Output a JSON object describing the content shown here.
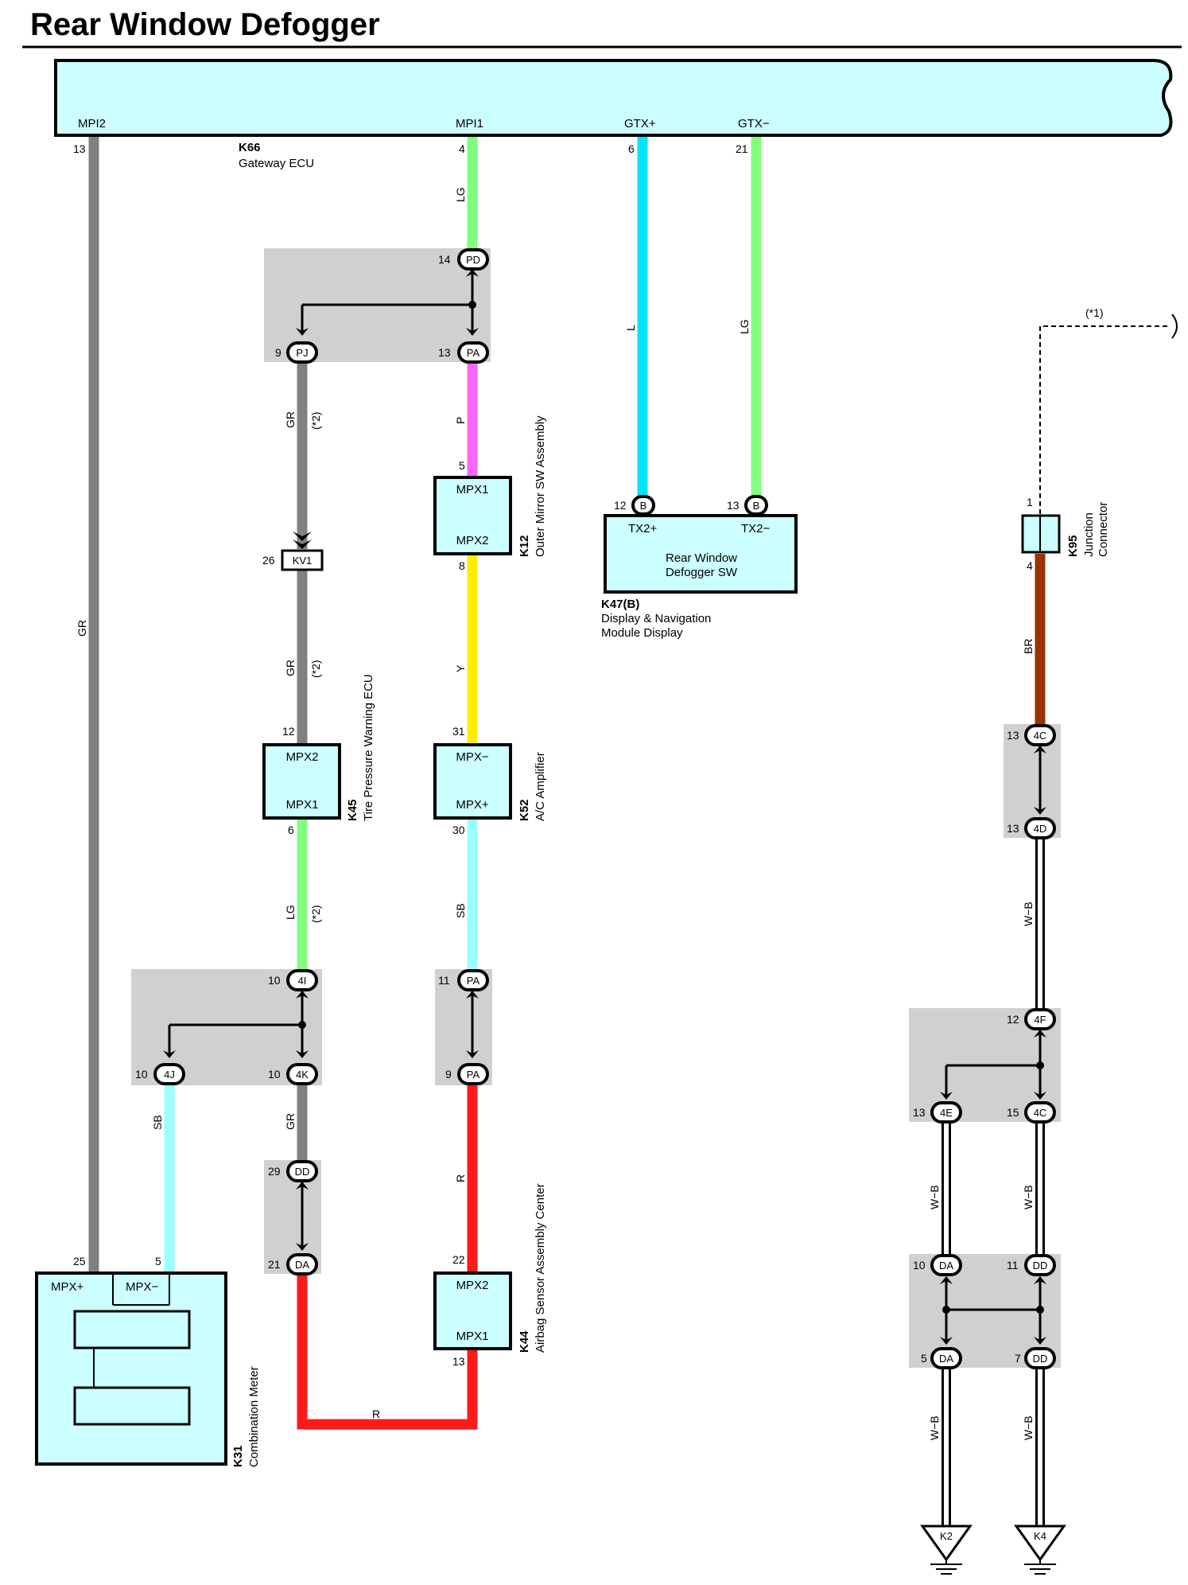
{
  "title": "Rear Window Defogger",
  "components": {
    "k66": {
      "code": "K66",
      "name": "Gateway ECU",
      "pins": {
        "mpi2": "MPI2",
        "mpi1": "MPI1",
        "gtxp": "GTX+",
        "gtxm": "GTX−"
      },
      "pin_numbers": {
        "mpi2": "13",
        "mpi1": "4",
        "gtxp": "6",
        "gtxm": "21"
      }
    },
    "k12": {
      "code": "K12",
      "name": "Outer Mirror SW Assembly",
      "pins": {
        "top": "MPX1",
        "bottom": "MPX2"
      },
      "pin_numbers": {
        "top": "5",
        "bottom": "8"
      }
    },
    "k47": {
      "code": "K47(B)",
      "name_line1": "Display & Navigation",
      "name_line2": "Module Display",
      "inner_line1": "Rear Window",
      "inner_line2": "Defogger SW",
      "pins": {
        "left": "TX2+",
        "right": "TX2−"
      },
      "pin_numbers": {
        "left": "12",
        "right": "13"
      },
      "connector": "B"
    },
    "k95": {
      "code": "K95",
      "name_line1": "Junction",
      "name_line2": "Connector",
      "pin_numbers": {
        "top": "1",
        "bottom": "4"
      }
    },
    "k45": {
      "code": "K45",
      "name": "Tire Pressure Warning ECU",
      "pins": {
        "top": "MPX2",
        "bottom": "MPX1"
      },
      "pin_numbers": {
        "top": "12",
        "bottom": "6"
      }
    },
    "k52": {
      "code": "K52",
      "name": "A/C Amplifier",
      "pins": {
        "top": "MPX−",
        "bottom": "MPX+"
      },
      "pin_numbers": {
        "top": "31",
        "bottom": "30"
      }
    },
    "k44": {
      "code": "K44",
      "name": "Airbag Sensor Assembly Center",
      "pins": {
        "top": "MPX2",
        "bottom": "MPX1"
      },
      "pin_numbers": {
        "top": "22",
        "bottom": "13"
      }
    },
    "k31": {
      "code": "K31",
      "name": "Combination Meter",
      "pins": {
        "left": "MPX+",
        "right": "MPX−"
      },
      "pin_numbers": {
        "left": "25",
        "right": "5"
      }
    }
  },
  "connectors": [
    {
      "id": "pd14",
      "label": "PD",
      "pin": "14"
    },
    {
      "id": "pa13",
      "label": "PA",
      "pin": "13"
    },
    {
      "id": "pj9",
      "label": "PJ",
      "pin": "9"
    },
    {
      "id": "kv1",
      "label": "KV1",
      "pin": "26"
    },
    {
      "id": "4i",
      "label": "4I",
      "pin": "10"
    },
    {
      "id": "4k",
      "label": "4K",
      "pin": "10"
    },
    {
      "id": "4j",
      "label": "4J",
      "pin": "10"
    },
    {
      "id": "pa11",
      "label": "PA",
      "pin": "11"
    },
    {
      "id": "pa9",
      "label": "PA",
      "pin": "9"
    },
    {
      "id": "dd29",
      "label": "DD",
      "pin": "29"
    },
    {
      "id": "da21",
      "label": "DA",
      "pin": "21"
    },
    {
      "id": "4c13",
      "label": "4C",
      "pin": "13"
    },
    {
      "id": "4d13",
      "label": "4D",
      "pin": "13"
    },
    {
      "id": "4f12",
      "label": "4F",
      "pin": "12"
    },
    {
      "id": "4e13",
      "label": "4E",
      "pin": "13"
    },
    {
      "id": "4c15",
      "label": "4C",
      "pin": "15"
    },
    {
      "id": "da10",
      "label": "DA",
      "pin": "10"
    },
    {
      "id": "dd11",
      "label": "DD",
      "pin": "11"
    },
    {
      "id": "da5",
      "label": "DA",
      "pin": "5"
    },
    {
      "id": "dd7",
      "label": "DD",
      "pin": "7"
    }
  ],
  "wires": {
    "gr_main": "GR",
    "lg_top": "LG",
    "l_gtx": "L",
    "lg_gtx": "LG",
    "gr_pj": "GR",
    "gr_kv1": "GR",
    "note2": "(*2)",
    "p_k12": "P",
    "y_k12": "Y",
    "lg_k45": "LG",
    "sb_k52": "SB",
    "sb_k31": "SB",
    "gr_4k": "GR",
    "r_k44": "R",
    "r_bottom": "R",
    "br": "BR",
    "wb_1": "W−B",
    "wb_2": "W−B",
    "wb_3": "W−B",
    "wb_4": "W−B",
    "wb_5": "W−B",
    "note1": "(*1)"
  },
  "grounds": {
    "g1": "K2",
    "g2": "K4"
  },
  "colors": {
    "gray": "#808080",
    "light_green": "#80ff80",
    "cyan": "#00e5ff",
    "pink": "#ff66ff",
    "yellow": "#ffee00",
    "light_cyan": "#99ffff",
    "red": "#ff1a1a",
    "brown": "#993300",
    "box_fill": "#ccffff",
    "junction_fill": "#d0d0d0"
  }
}
